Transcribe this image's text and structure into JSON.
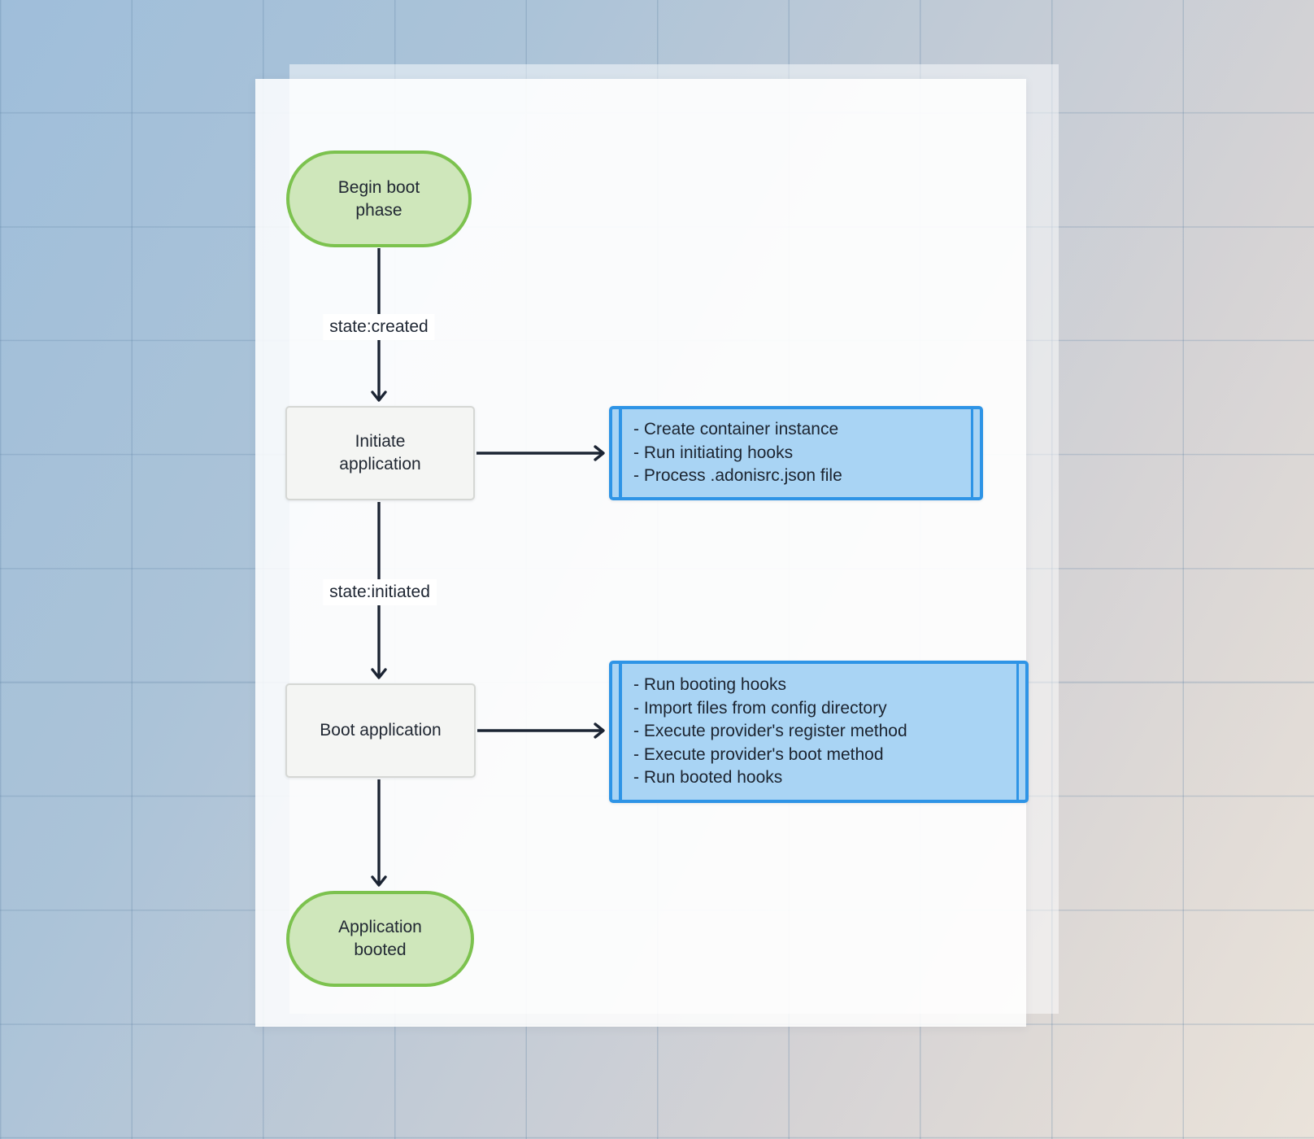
{
  "diagram": {
    "type": "flowchart",
    "direction": "top-down",
    "nodes": [
      {
        "id": "begin",
        "shape": "stadium",
        "label": "Begin boot phase"
      },
      {
        "id": "initiate",
        "shape": "process",
        "label": "Initiate application"
      },
      {
        "id": "initiate_tasks",
        "shape": "subroutine",
        "items": [
          "- Create container instance",
          "- Run initiating hooks",
          "- Process .adonisrc.json file"
        ]
      },
      {
        "id": "boot",
        "shape": "process",
        "label": "Boot application"
      },
      {
        "id": "boot_tasks",
        "shape": "subroutine",
        "items": [
          "- Run booting hooks",
          "- Import files from config directory",
          "- Execute provider's register method",
          "- Execute provider's boot method",
          "- Run booted hooks"
        ]
      },
      {
        "id": "booted",
        "shape": "stadium",
        "label": "Application booted"
      }
    ],
    "edges": [
      {
        "from": "begin",
        "to": "initiate",
        "label": "state:created"
      },
      {
        "from": "initiate",
        "to": "boot",
        "label": "state:initiated"
      },
      {
        "from": "boot",
        "to": "booted",
        "label": ""
      },
      {
        "from": "initiate",
        "to": "initiate_tasks",
        "label": ""
      },
      {
        "from": "boot",
        "to": "boot_tasks",
        "label": ""
      }
    ],
    "colors": {
      "stadium_fill": "#cfe7bb",
      "stadium_border": "#7cc24e",
      "process_fill": "#f4f5f3",
      "process_border": "#d5d7d4",
      "subroutine_fill": "#a9d4f4",
      "subroutine_border": "#2e94e6",
      "edge_stroke": "#1b2433",
      "background_top_left": "#9fbeda",
      "background_bottom_right": "#eae3da"
    }
  }
}
